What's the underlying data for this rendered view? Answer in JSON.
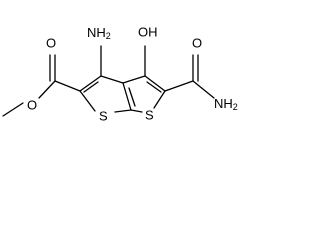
{
  "molecule": {
    "atoms": {
      "amine": {
        "main": "NH",
        "sub": "2"
      },
      "hydroxyl": {
        "main": "OH"
      },
      "amide_amine": {
        "main": "NH",
        "sub": "2"
      },
      "sulfur_left": "S",
      "sulfur_right": "S",
      "carbonyl_oxygen_ester": "O",
      "ether_oxygen": "O",
      "carbonyl_oxygen_amide": "O"
    }
  }
}
